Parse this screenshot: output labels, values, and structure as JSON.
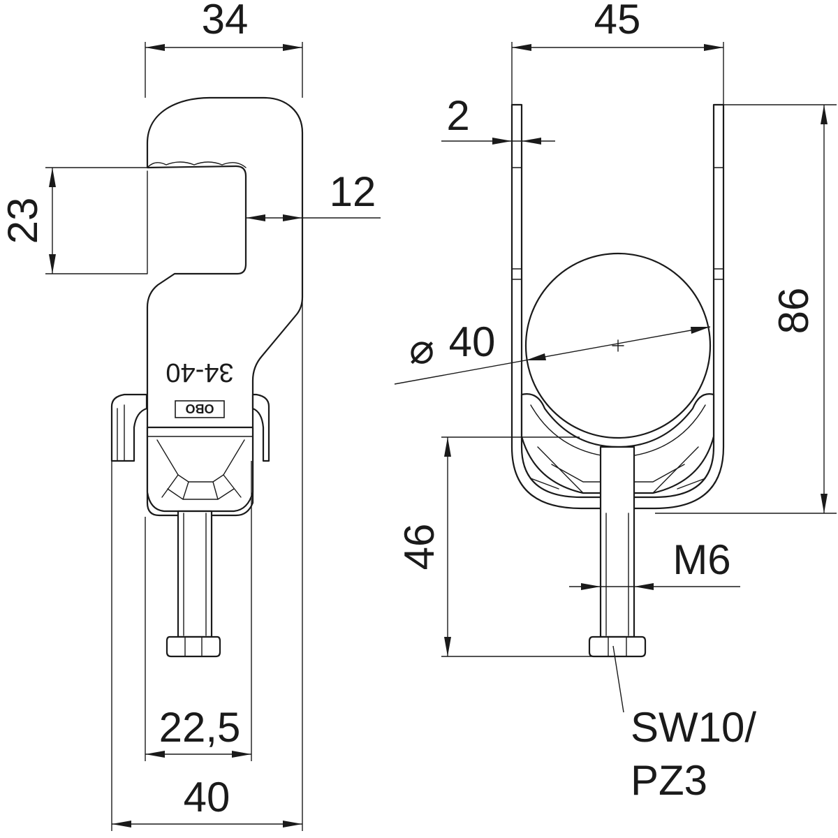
{
  "side_view": {
    "dim_width_top": "34",
    "dim_height_clamp": "23",
    "dim_gap": "12",
    "dim_width_inner": "22,5",
    "dim_width_bottom": "40",
    "stamp_size": "34-40",
    "stamp_brand": "OBO"
  },
  "front_view": {
    "dim_width": "45",
    "dim_thickness": "2",
    "dim_diameter_symbol": "⌀",
    "dim_diameter": "40",
    "dim_height": "86",
    "dim_depth": "46",
    "dim_thread": "M6",
    "dim_wrench_line1": "SW10/",
    "dim_wrench_line2": "PZ3"
  }
}
